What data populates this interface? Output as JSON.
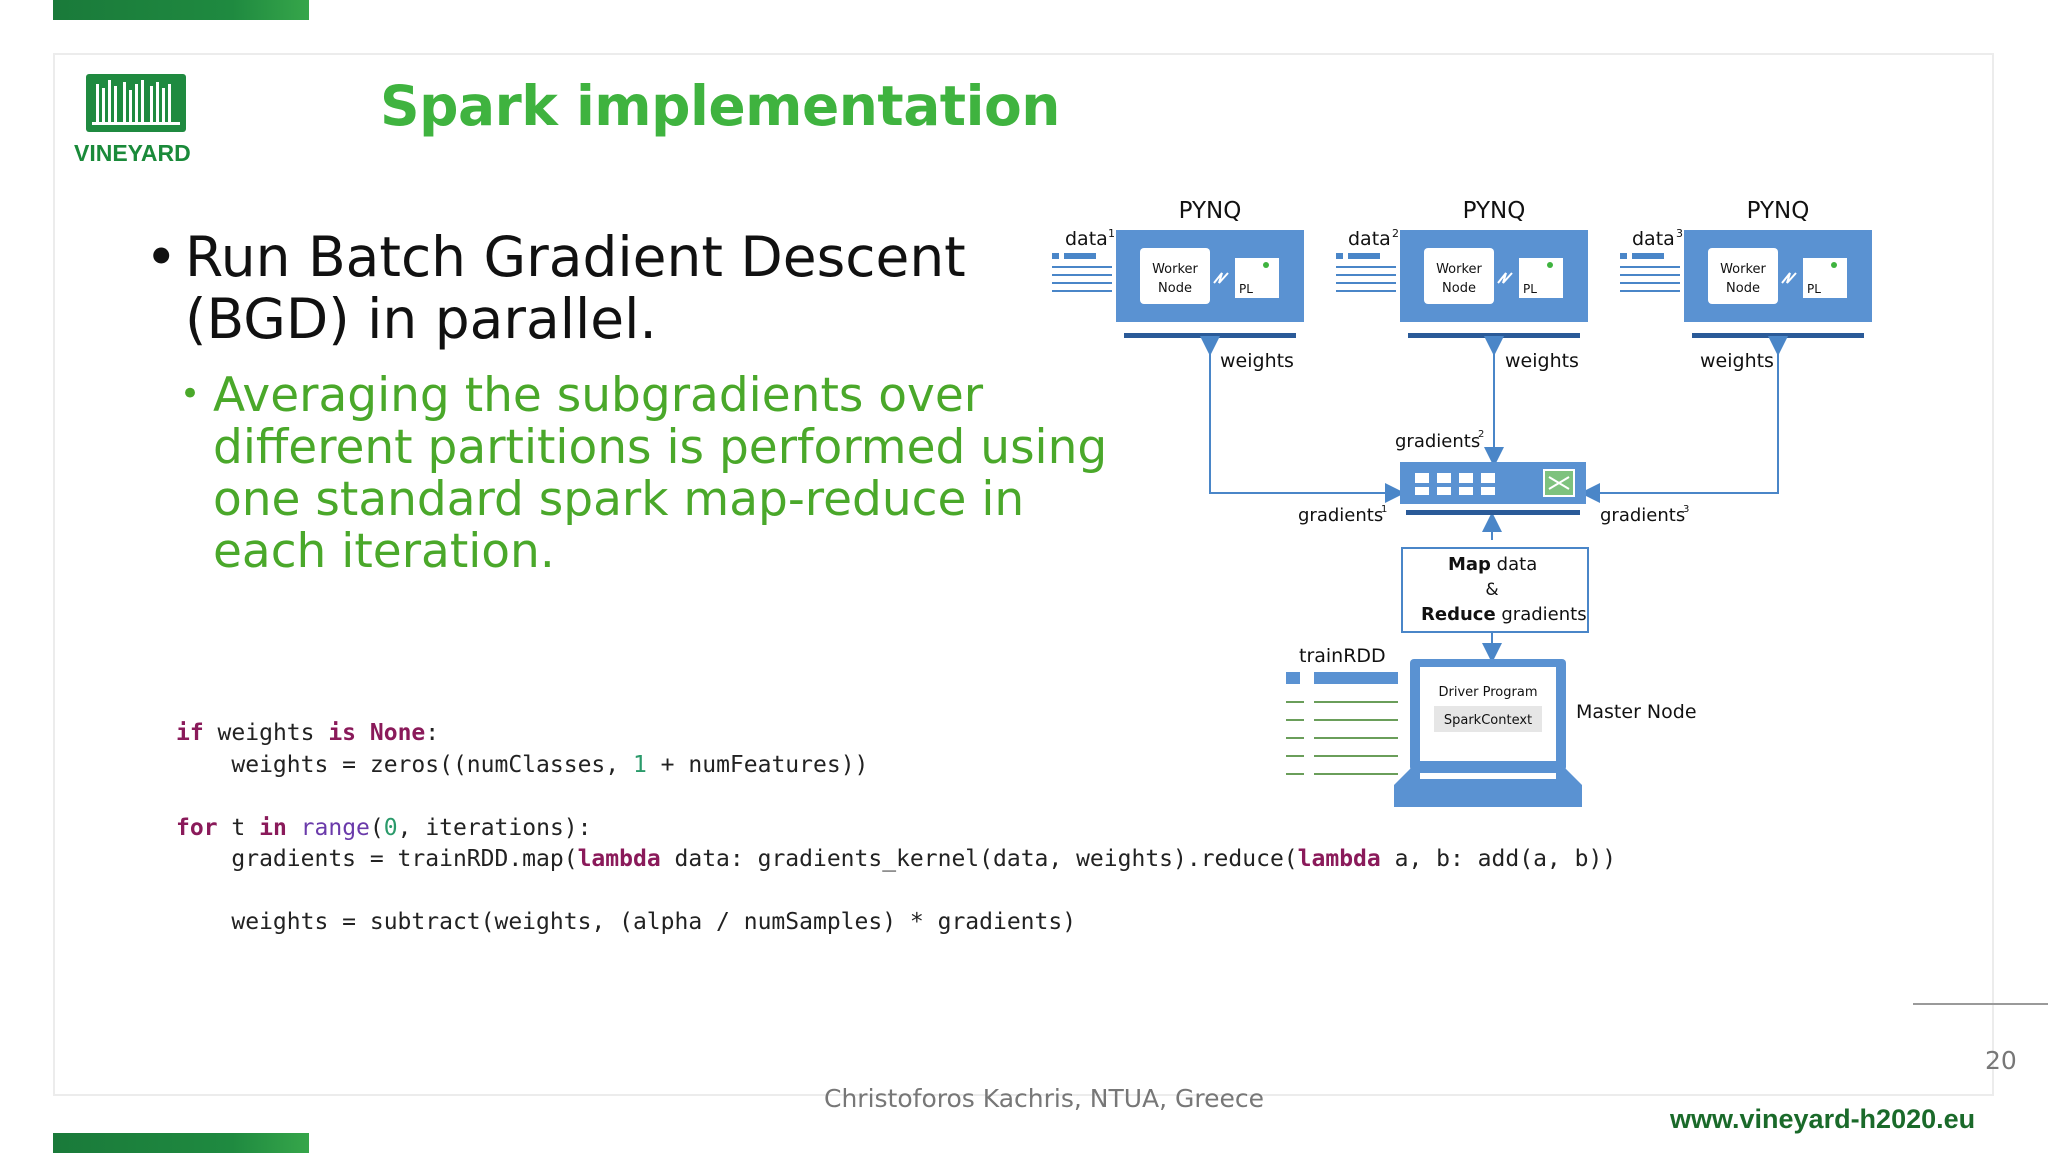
{
  "slide": {
    "title": "Spark implementation",
    "logo_text": "VINEYARD",
    "bullet1": "Run Batch Gradient Descent (BGD) in parallel.",
    "bullet2": "Averaging the subgradients over different partitions is performed using one standard spark map-reduce in each iteration.",
    "bullet_glyph": "•"
  },
  "code": {
    "l1_kw1": "if",
    "l1_a": " weights ",
    "l1_kw2": "is",
    "l1_kw3": "None",
    "l1_b": ":",
    "l2": "    weights = zeros((numClasses, ",
    "l2_num": "1",
    "l2_b": " + numFeatures))",
    "l3_kw1": "for",
    "l3_a": " t ",
    "l3_kw2": "in",
    "l3_sp": " ",
    "l3_bi": "range",
    "l3_b": "(",
    "l3_num": "0",
    "l3_c": ", iterations):",
    "l4_a": "    gradients = trainRDD.map(",
    "l4_kw1": "lambda",
    "l4_b": " data: gradients_kernel(data, weights).reduce(",
    "l4_kw2": "lambda",
    "l4_c": " a, b: add(a, b))",
    "l5": "    weights = subtract(weights, (alpha / numSamples) * gradients)"
  },
  "diagram": {
    "pynq": [
      "PYNQ",
      "PYNQ",
      "PYNQ"
    ],
    "data": [
      "data",
      "data",
      "data"
    ],
    "data_sup": [
      "1",
      "2",
      "3"
    ],
    "worker": [
      "Worker",
      "Worker",
      "Worker"
    ],
    "node": [
      "Node",
      "Node",
      "Node"
    ],
    "pl": [
      "PL",
      "PL",
      "PL"
    ],
    "weights": [
      "weights",
      "weights",
      "weights"
    ],
    "gradients": [
      "gradients",
      "gradients",
      "gradients"
    ],
    "gradients_sup": [
      "1",
      "2",
      "3"
    ],
    "map_bold": "Map",
    "map_rest": " data",
    "amp": "&",
    "reduce_bold": "Reduce",
    "reduce_rest": " gradients",
    "train_rdd": "trainRDD",
    "driver_program": "Driver Program",
    "spark_context": "SparkContext",
    "master_node": "Master Node",
    "colors": {
      "blue": "#4a86c8",
      "dark_blue": "#2a5a98",
      "box_fill": "#ffffff",
      "arrow": "#4a86c8"
    }
  },
  "footer": {
    "author": "Christoforos Kachris, NTUA, Greece",
    "page": "20",
    "url": "www.vineyard-h2020.eu"
  },
  "colors": {
    "green_title": "#3fb33f",
    "green_bullet": "#4aa82a",
    "dark_green": "#1a6a2a"
  }
}
